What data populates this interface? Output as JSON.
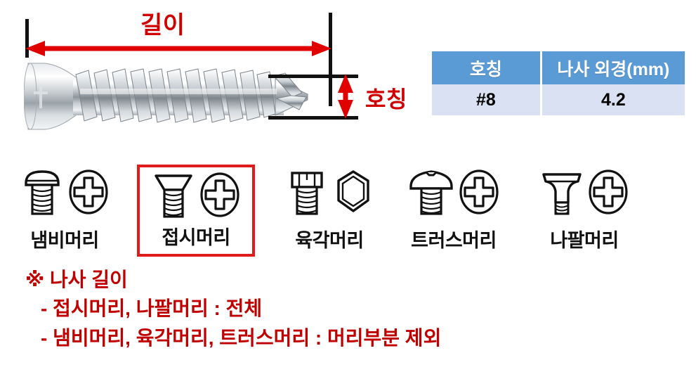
{
  "diagram": {
    "title_labels": {
      "length": "길이",
      "nominal": "호칭"
    },
    "screw_photo_alt": "접시머리 나사 사진"
  },
  "spec_table": {
    "headers": [
      "호칭",
      "나사 외경(mm)"
    ],
    "rows": [
      [
        "#8",
        "4.2"
      ]
    ],
    "header_bg": "#5B9BD5",
    "row_bg": "#D9E1F2"
  },
  "head_types": [
    {
      "label": "냄비머리",
      "icon": "pan-head-screw-icon",
      "drive": "phillips-cross-drive-icon",
      "selected": false
    },
    {
      "label": "접시머리",
      "icon": "flat-countersunk-head-screw-icon",
      "drive": "phillips-cross-drive-icon",
      "selected": true
    },
    {
      "label": "육각머리",
      "icon": "hex-head-screw-icon",
      "drive": "hexagon-drive-icon",
      "selected": false
    },
    {
      "label": "트러스머리",
      "icon": "truss-head-screw-icon",
      "drive": "phillips-cross-drive-icon",
      "selected": false
    },
    {
      "label": "나팔머리",
      "icon": "bugle-head-screw-icon",
      "drive": "phillips-cross-drive-icon",
      "selected": false
    }
  ],
  "notes": {
    "line0": "※ 나사 길이",
    "line1": "- 접시머리, 나팔머리 : 전체",
    "line2": "- 냄비머리, 육각머리, 트러스머리 : 머리부분 제외",
    "color": "#C00000"
  },
  "accent_colors": {
    "red": "#D00000",
    "selection_red": "#E01B1B",
    "black": "#111111"
  }
}
